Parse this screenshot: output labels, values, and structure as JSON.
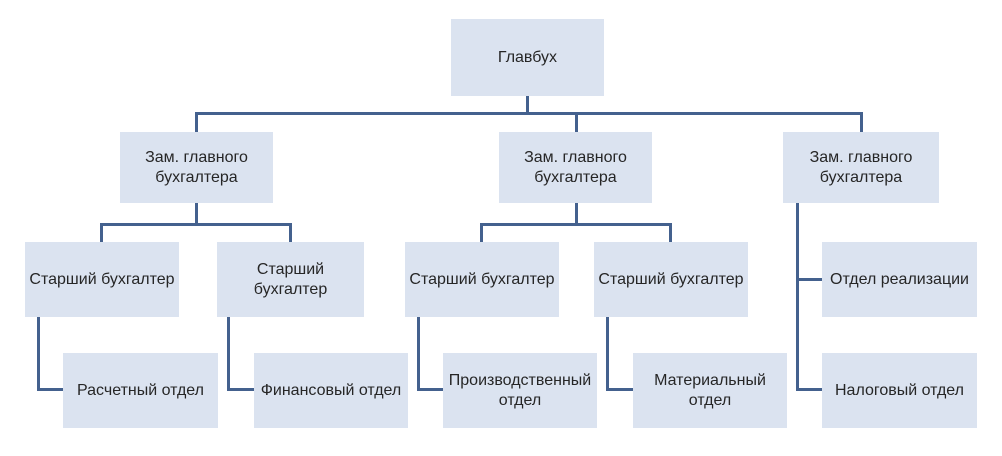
{
  "colors": {
    "background": "#ffffff",
    "box_fill": "#dbe3f0",
    "line": "#44618e",
    "text": "#262626"
  },
  "chart_data": {
    "type": "org-chart",
    "title": "",
    "levels": [
      "Главбух",
      "Зам. главного бухгалтера",
      "Старший бухгалтер / Отделы",
      "Отделы"
    ]
  },
  "org": {
    "root": {
      "label": "Главбух"
    },
    "branches": [
      {
        "label": "Зам. главного\nбухгалтера",
        "children": [
          {
            "label": "Старший бухгалтер",
            "children": [
              {
                "label": "Расчетный отдел"
              }
            ]
          },
          {
            "label": "Старший бухгалтер",
            "children": [
              {
                "label": "Финансовый отдел"
              }
            ]
          }
        ]
      },
      {
        "label": "Зам. главного\nбухгалтера",
        "children": [
          {
            "label": "Старший бухгалтер",
            "children": [
              {
                "label": "Производственный\nотдел"
              }
            ]
          },
          {
            "label": "Старший бухгалтер",
            "children": [
              {
                "label": "Материальный\nотдел"
              }
            ]
          }
        ]
      },
      {
        "label": "Зам. главного\nбухгалтера",
        "children": [
          {
            "label": "Отдел реализации"
          },
          {
            "label": "Налоговый отдел"
          }
        ]
      }
    ]
  }
}
